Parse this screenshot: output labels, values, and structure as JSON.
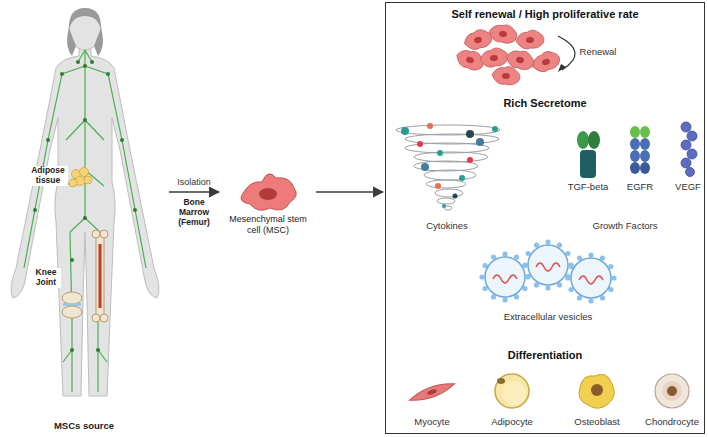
{
  "diagram": {
    "nodes": [
      {
        "text": [
          "MSCs source"
        ]
      },
      {
        "text": [
          "Mesenchymal stem cell (MSC)"
        ]
      },
      {
        "text": [
          "Self renewal / High proliferative rate",
          "Rich Secretome",
          "Differentiation"
        ]
      }
    ],
    "edges": [
      {
        "from": 0,
        "to": 1,
        "label": "Isolation",
        "arrow": "to"
      },
      {
        "from": 1,
        "to": 2,
        "arrow": "to"
      }
    ],
    "labels": [
      "Adipose tissue",
      "Bone Marrow (Femur)",
      "Knee Joint",
      "Renewal",
      "Cytokines",
      "TGF-beta",
      "EGFR",
      "VEGF",
      "Growth Factors",
      "Extracellular vesicles",
      "Myocyte",
      "Adipocyte",
      "Osteoblast",
      "Chondrocyte"
    ]
  }
}
